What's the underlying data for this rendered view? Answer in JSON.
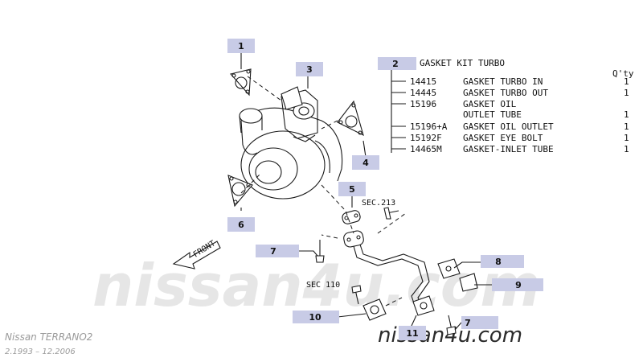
{
  "watermark": {
    "text": "nissan4u.com"
  },
  "footer": {
    "model": "Nissan  TERRANO2",
    "years": "2.1993  –  12.2006"
  },
  "kit": {
    "ref": "2",
    "title": "GASKET KIT TURBO",
    "qty_header": "Q'ty",
    "items": [
      {
        "part": "14415",
        "desc": "GASKET TURBO IN",
        "qty": "1"
      },
      {
        "part": "14445",
        "desc": "GASKET TURBO OUT",
        "qty": "1"
      },
      {
        "part": "15196",
        "desc": "GASKET OIL",
        "qty": ""
      },
      {
        "part": "",
        "desc": "OUTLET TUBE",
        "qty": "1"
      },
      {
        "part": "15196+A",
        "desc": "GASKET OIL OUTLET",
        "qty": "1"
      },
      {
        "part": "15192F",
        "desc": "GASKET EYE BOLT",
        "qty": "1"
      },
      {
        "part": "14465M",
        "desc": "GASKET-INLET TUBE",
        "qty": "1"
      }
    ]
  },
  "callouts": {
    "c1": "1",
    "c3": "3",
    "c4": "4",
    "c5": "5",
    "c6": "6",
    "c7a": "7",
    "c7b": "7",
    "c8": "8",
    "c9": "9",
    "c10": "10",
    "c11": "11"
  },
  "section_refs": {
    "sec213": "SEC.213",
    "sec110": "SEC 110"
  },
  "front_label": "FRONT"
}
